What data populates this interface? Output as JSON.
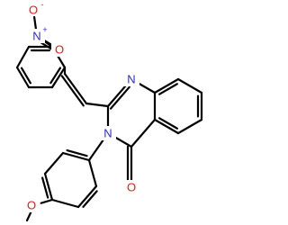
{
  "molecule": {
    "colors": {
      "bond": "#000000",
      "nitrogen": "#2b2bd6",
      "oxygen": "#e0201c",
      "background": "#ffffff"
    },
    "atoms": {
      "nitro_o_top": {
        "symbol": "O",
        "charge": "-",
        "color": "oxygen"
      },
      "nitro_n": {
        "symbol": "N",
        "charge": "+",
        "color": "nitrogen"
      },
      "nitro_o_right": {
        "symbol": "O",
        "color": "oxygen"
      },
      "n1": {
        "symbol": "N",
        "color": "nitrogen"
      },
      "n3": {
        "symbol": "N",
        "color": "nitrogen"
      },
      "carbonyl_o": {
        "symbol": "O",
        "color": "oxygen"
      },
      "methoxy_o": {
        "symbol": "O",
        "color": "oxygen"
      }
    }
  }
}
